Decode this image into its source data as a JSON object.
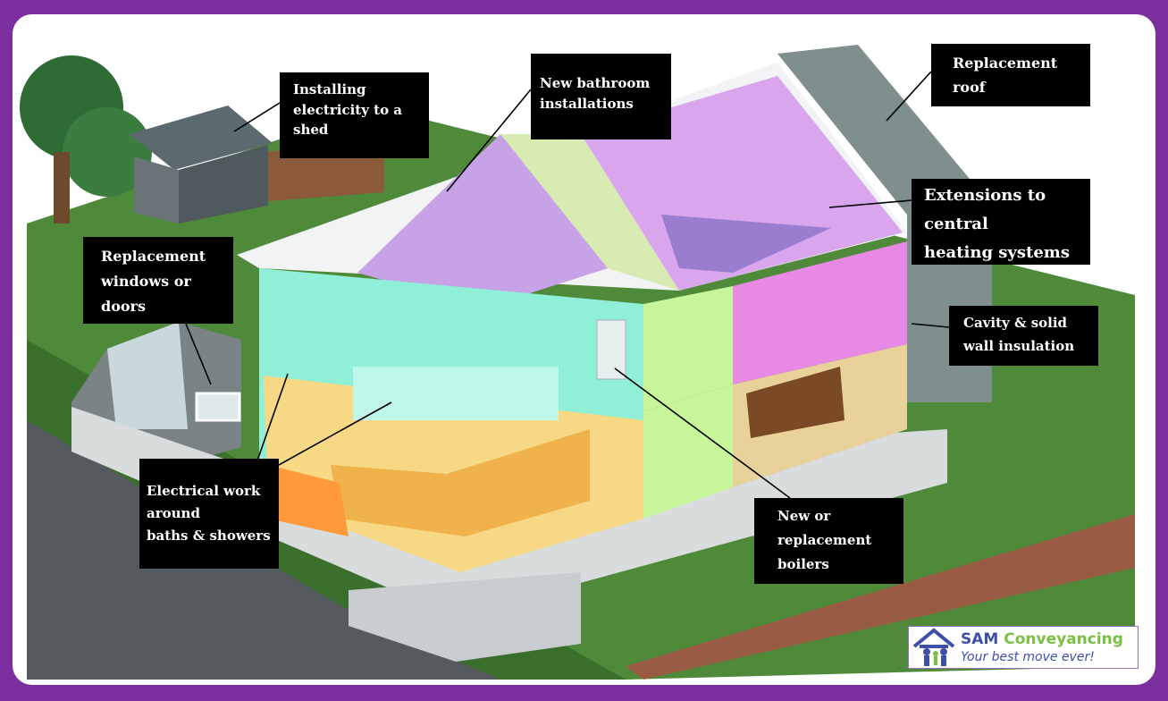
{
  "labels": {
    "shed": [
      "Installing",
      "electricity to a",
      "shed"
    ],
    "bathroom": [
      "New bathroom",
      "installations"
    ],
    "roof": [
      "Replacement",
      "roof"
    ],
    "heating": [
      "Extensions to",
      "central",
      "heating systems"
    ],
    "windows": [
      "Replacement",
      "windows or",
      "doors"
    ],
    "insulation": [
      "Cavity & solid",
      "wall insulation"
    ],
    "electrical": [
      "Electrical work",
      "around",
      "baths & showers"
    ],
    "boilers": [
      "New or",
      "replacement",
      "boilers"
    ]
  },
  "logo": {
    "name_part1": "SAM",
    "name_part2": "Conveyancing",
    "tagline": "Your best move ever!"
  },
  "colors": {
    "frame": "#7b2e9e",
    "label_bg": "#000000",
    "label_text": "#ffffff",
    "logo_blue": "#3e4fa8",
    "logo_green": "#79c043"
  }
}
